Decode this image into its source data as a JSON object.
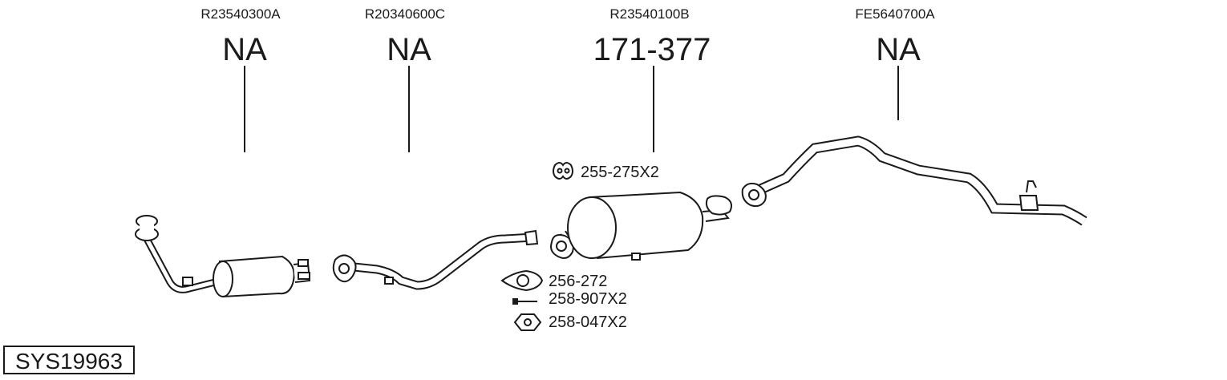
{
  "parts": [
    {
      "ref": "R23540300A",
      "number": "NA"
    },
    {
      "ref": "R20340600C",
      "number": "NA"
    },
    {
      "ref": "R23540100B",
      "number": "171-377"
    },
    {
      "ref": "FE5640700A",
      "number": "NA"
    }
  ],
  "accessories": [
    {
      "label": "255-275X2",
      "icon": "rubber-hanger-icon"
    },
    {
      "label": "256-272",
      "icon": "gasket-icon"
    },
    {
      "label": "258-907X2",
      "icon": "bolt-icon"
    },
    {
      "label": "258-047X2",
      "icon": "nut-icon"
    }
  ],
  "system_id": "SYS19963"
}
